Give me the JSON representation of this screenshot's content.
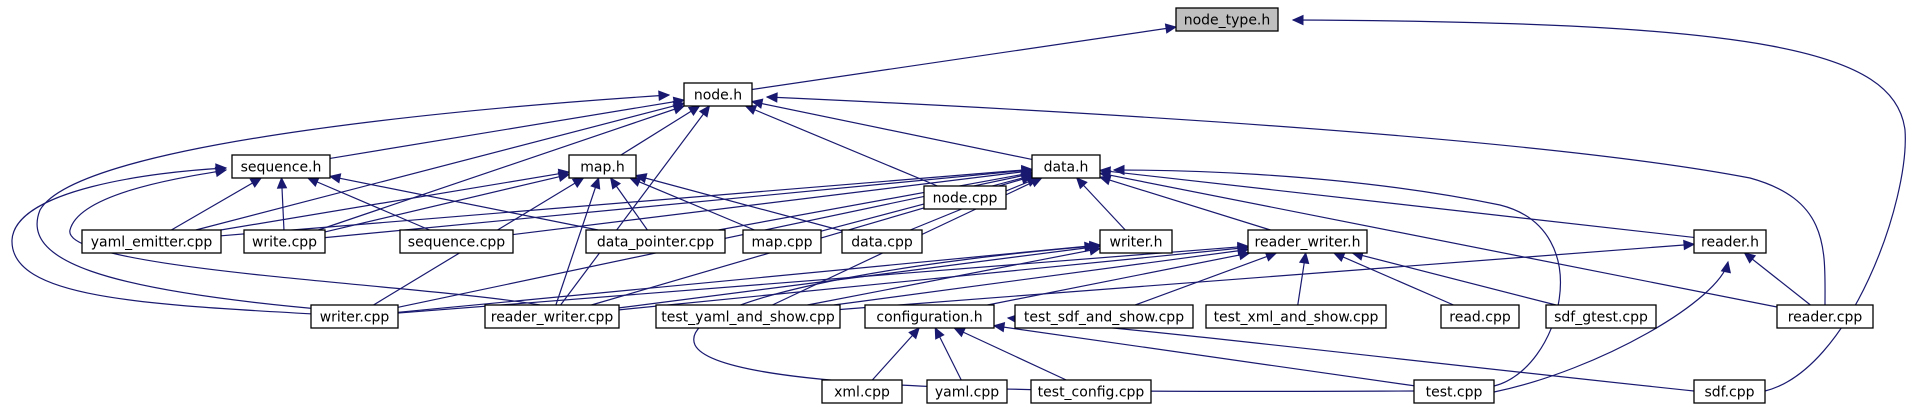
{
  "diagram": {
    "nodes": [
      {
        "id": "node_type_h",
        "label": "node_type.h",
        "root": true
      },
      {
        "id": "node_h",
        "label": "node.h"
      },
      {
        "id": "sequence_h",
        "label": "sequence.h"
      },
      {
        "id": "map_h",
        "label": "map.h"
      },
      {
        "id": "node_cpp",
        "label": "node.cpp"
      },
      {
        "id": "data_h",
        "label": "data.h"
      },
      {
        "id": "yaml_emitter_cpp",
        "label": "yaml_emitter.cpp"
      },
      {
        "id": "write_cpp",
        "label": "write.cpp"
      },
      {
        "id": "sequence_cpp",
        "label": "sequence.cpp"
      },
      {
        "id": "data_pointer_cpp",
        "label": "data_pointer.cpp"
      },
      {
        "id": "map_cpp",
        "label": "map.cpp"
      },
      {
        "id": "data_cpp",
        "label": "data.cpp"
      },
      {
        "id": "writer_h",
        "label": "writer.h"
      },
      {
        "id": "reader_writer_h",
        "label": "reader_writer.h"
      },
      {
        "id": "reader_h",
        "label": "reader.h"
      },
      {
        "id": "writer_cpp",
        "label": "writer.cpp"
      },
      {
        "id": "reader_writer_cpp",
        "label": "reader_writer.cpp"
      },
      {
        "id": "test_yaml_and_show_cpp",
        "label": "test_yaml_and_show.cpp"
      },
      {
        "id": "configuration_h",
        "label": "configuration.h"
      },
      {
        "id": "test_sdf_and_show_cpp",
        "label": "test_sdf_and_show.cpp"
      },
      {
        "id": "test_xml_and_show_cpp",
        "label": "test_xml_and_show.cpp"
      },
      {
        "id": "read_cpp",
        "label": "read.cpp"
      },
      {
        "id": "sdf_gtest_cpp",
        "label": "sdf_gtest.cpp"
      },
      {
        "id": "reader_cpp",
        "label": "reader.cpp"
      },
      {
        "id": "xml_cpp",
        "label": "xml.cpp"
      },
      {
        "id": "yaml_cpp",
        "label": "yaml.cpp"
      },
      {
        "id": "test_config_cpp",
        "label": "test_config.cpp"
      },
      {
        "id": "test_cpp",
        "label": "test.cpp"
      },
      {
        "id": "sdf_cpp",
        "label": "sdf.cpp"
      }
    ],
    "edges": [
      {
        "from": "node_h",
        "to": "node_type_h"
      },
      {
        "from": "sdf_cpp",
        "to": "node_type_h"
      },
      {
        "from": "sequence_h",
        "to": "node_h"
      },
      {
        "from": "map_h",
        "to": "node_h"
      },
      {
        "from": "node_cpp",
        "to": "node_h"
      },
      {
        "from": "data_h",
        "to": "node_h"
      },
      {
        "from": "yaml_emitter_cpp",
        "to": "node_h"
      },
      {
        "from": "write_cpp",
        "to": "node_h"
      },
      {
        "from": "writer_cpp",
        "to": "node_h"
      },
      {
        "from": "reader_writer_cpp",
        "to": "node_h"
      },
      {
        "from": "reader_cpp",
        "to": "node_h"
      },
      {
        "from": "yaml_emitter_cpp",
        "to": "sequence_h"
      },
      {
        "from": "write_cpp",
        "to": "sequence_h"
      },
      {
        "from": "sequence_cpp",
        "to": "sequence_h"
      },
      {
        "from": "data_pointer_cpp",
        "to": "sequence_h"
      },
      {
        "from": "writer_cpp",
        "to": "sequence_h"
      },
      {
        "from": "reader_writer_cpp",
        "to": "sequence_h"
      },
      {
        "from": "yaml_emitter_cpp",
        "to": "map_h"
      },
      {
        "from": "write_cpp",
        "to": "map_h"
      },
      {
        "from": "data_pointer_cpp",
        "to": "map_h"
      },
      {
        "from": "map_cpp",
        "to": "map_h"
      },
      {
        "from": "data_cpp",
        "to": "map_h"
      },
      {
        "from": "writer_cpp",
        "to": "map_h"
      },
      {
        "from": "reader_writer_cpp",
        "to": "map_h"
      },
      {
        "from": "yaml_emitter_cpp",
        "to": "data_h"
      },
      {
        "from": "write_cpp",
        "to": "data_h"
      },
      {
        "from": "sequence_cpp",
        "to": "data_h"
      },
      {
        "from": "data_pointer_cpp",
        "to": "data_h"
      },
      {
        "from": "map_cpp",
        "to": "data_h"
      },
      {
        "from": "data_cpp",
        "to": "data_h"
      },
      {
        "from": "writer_h",
        "to": "data_h"
      },
      {
        "from": "reader_writer_h",
        "to": "data_h"
      },
      {
        "from": "reader_h",
        "to": "data_h"
      },
      {
        "from": "writer_cpp",
        "to": "data_h"
      },
      {
        "from": "reader_writer_cpp",
        "to": "data_h"
      },
      {
        "from": "test_yaml_and_show_cpp",
        "to": "data_h"
      },
      {
        "from": "test_cpp",
        "to": "data_h"
      },
      {
        "from": "reader_cpp",
        "to": "data_h"
      },
      {
        "from": "writer_cpp",
        "to": "writer_h"
      },
      {
        "from": "reader_writer_cpp",
        "to": "writer_h"
      },
      {
        "from": "test_yaml_and_show_cpp",
        "to": "writer_h"
      },
      {
        "from": "test_cpp",
        "to": "writer_h"
      },
      {
        "from": "writer_cpp",
        "to": "reader_writer_h"
      },
      {
        "from": "reader_writer_cpp",
        "to": "reader_writer_h"
      },
      {
        "from": "test_yaml_and_show_cpp",
        "to": "reader_writer_h"
      },
      {
        "from": "configuration_h",
        "to": "reader_writer_h"
      },
      {
        "from": "test_sdf_and_show_cpp",
        "to": "reader_writer_h"
      },
      {
        "from": "test_xml_and_show_cpp",
        "to": "reader_writer_h"
      },
      {
        "from": "read_cpp",
        "to": "reader_writer_h"
      },
      {
        "from": "sdf_gtest_cpp",
        "to": "reader_writer_h"
      },
      {
        "from": "test_yaml_and_show_cpp",
        "to": "reader_h"
      },
      {
        "from": "reader_cpp",
        "to": "reader_h"
      },
      {
        "from": "test_cpp",
        "to": "reader_h"
      },
      {
        "from": "xml_cpp",
        "to": "configuration_h"
      },
      {
        "from": "yaml_cpp",
        "to": "configuration_h"
      },
      {
        "from": "test_config_cpp",
        "to": "configuration_h"
      },
      {
        "from": "test_cpp",
        "to": "configuration_h"
      },
      {
        "from": "sdf_cpp",
        "to": "configuration_h"
      }
    ]
  }
}
